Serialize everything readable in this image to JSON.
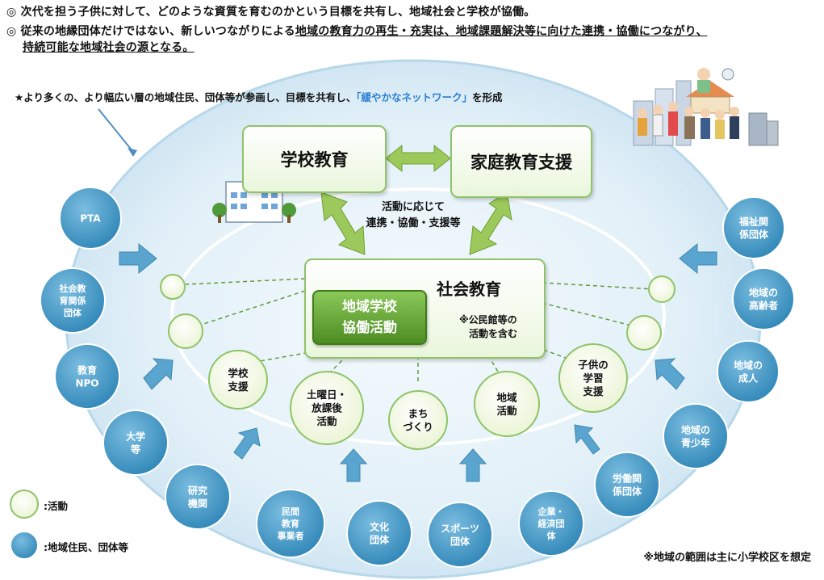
{
  "header": {
    "line1": "◎ 次代を担う子供に対して、どのような資質を育むのかという目標を共有し、地域社会と学校が協働。",
    "line2_plain": "◎ 従来の地縁団体だけではない、新しいつながりによる",
    "line2_underlined": "地域の教育力の再生・充実は、地域課題解決等に向けた連携・協働につながり、",
    "line3_underlined": "持続可能な地域社会の源となる。"
  },
  "star_note": {
    "prefix": "★より多くの、より幅広い層の地域住民、団体等が参画し、目標を共有し、",
    "highlight": "「緩やかなネットワーク」",
    "suffix": "を形成"
  },
  "boxes": {
    "school": "学校教育",
    "home": "家庭教育支援",
    "social": "社会教育",
    "social_note_1": "※公民館等の",
    "social_note_2": "活動を含む",
    "core_1": "地域学校",
    "core_2": "協働活動"
  },
  "link_label": {
    "line1": "活動に応じて",
    "line2": "連携・協働・支援等"
  },
  "activities": [
    {
      "lines": [
        "学校",
        "支援"
      ]
    },
    {
      "lines": [
        "土曜日・",
        "放課後",
        "活動"
      ]
    },
    {
      "lines": [
        "まち",
        "づくり"
      ]
    },
    {
      "lines": [
        "地域",
        "活動"
      ]
    },
    {
      "lines": [
        "子供の",
        "学習",
        "支援"
      ]
    }
  ],
  "entities": [
    {
      "lines": [
        "PTA"
      ]
    },
    {
      "lines": [
        "社会教",
        "育関係",
        "団体"
      ]
    },
    {
      "lines": [
        "教育",
        "NPO"
      ]
    },
    {
      "lines": [
        "大学",
        "等"
      ]
    },
    {
      "lines": [
        "研究",
        "機関"
      ]
    },
    {
      "lines": [
        "民間",
        "教育",
        "事業者"
      ]
    },
    {
      "lines": [
        "文化",
        "団体"
      ]
    },
    {
      "lines": [
        "スポーツ",
        "団体"
      ]
    },
    {
      "lines": [
        "企業・",
        "経済団",
        "体"
      ]
    },
    {
      "lines": [
        "労働関",
        "係団体"
      ]
    },
    {
      "lines": [
        "地域の",
        "青少年"
      ]
    },
    {
      "lines": [
        "地域の",
        "成人"
      ]
    },
    {
      "lines": [
        "地域の",
        "高齢者"
      ]
    },
    {
      "lines": [
        "福祉関",
        "係団体"
      ]
    }
  ],
  "legend": {
    "activity": ":活動",
    "entity": ":地域住民、団体等"
  },
  "footer_note": "※地域の範囲は主に小学校区を想定",
  "colors": {
    "entity_circle": "#3d95c4",
    "activity_circle": "#f1f8df",
    "box_border": "#8fc36a",
    "core_box": "#5d9e2c",
    "outer_ellipse": "#d6ebf5",
    "arrow_green": "#9bc95b",
    "arrow_blue": "#5aa5cf",
    "highlight_text": "#2a7fd1"
  }
}
